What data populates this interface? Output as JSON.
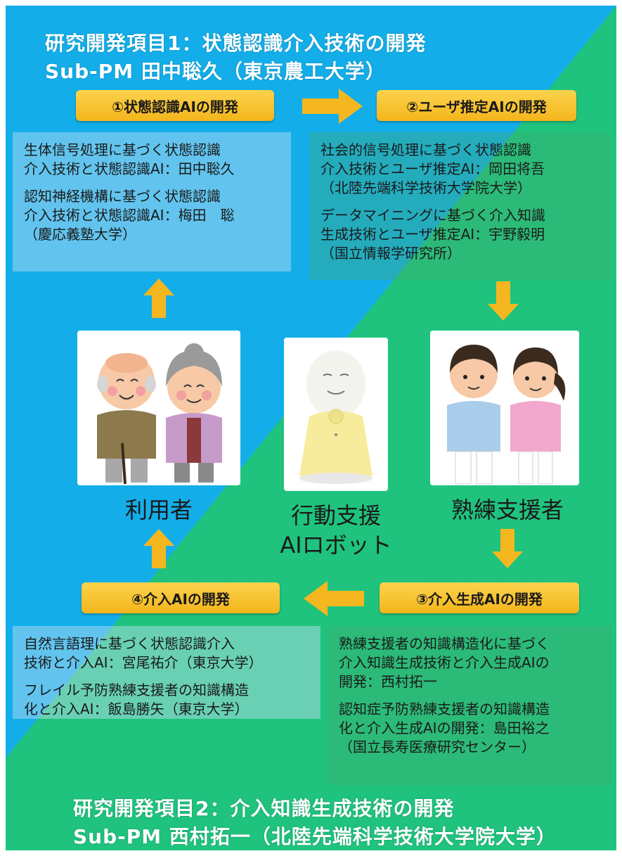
{
  "colors": {
    "blue_bg": "#13aee9",
    "green_bg": "#1fc37e",
    "pill": "#f5b71f",
    "arrow": "#f5b71f"
  },
  "top_title": {
    "line1": "研究開発項目1：状態認識介入技術の開発",
    "line2": "Sub-PM 田中聡久（東京農工大学）"
  },
  "bottom_title": {
    "line1": "研究開発項目2：介入知識生成技術の開発",
    "line2": "Sub-PM 西村拓一（北陸先端科学技術大学院大学）"
  },
  "pills": {
    "p1": "①状態認識AIの開発",
    "p2": "②ユーザ推定AIの開発",
    "p3": "③介入生成AIの開発",
    "p4": "④介入AIの開発"
  },
  "boxes": {
    "b1": [
      "生体信号処理に基づく状態認識\n介入技術と状態認識AI：田中聡久",
      "認知神経機構に基づく状態認識\n介入技術と状態認識AI：梅田　聡\n（慶応義塾大学）"
    ],
    "b2": [
      "社会的信号処理に基づく状態認識\n介入技術とユーザ推定AI：岡田将吾\n（北陸先端科学技術大学院大学）",
      "データマイニングに基づく介入知識\n生成技術とユーザ推定AI：宇野毅明\n（国立情報学研究所）"
    ],
    "b4": [
      "自然言語理に基づく状態認識介入\n技術と介入AI：宮尾祐介（東京大学）",
      "フレイル予防熟練支援者の知識構造\n化と介入AI：飯島勝矢（東京大学）"
    ],
    "b3": [
      "熟練支援者の知識構造化に基づく\n介入知識生成技術と介入生成AIの\n開発：西村拓一",
      "認知症予防熟練支援者の知識構造\n化と介入生成AIの開発：島田裕之\n（国立長寿医療研究センター）"
    ]
  },
  "labels": {
    "user": "利用者",
    "robot": "行動支援\nAIロボット",
    "supporter": "熟練支援者"
  }
}
